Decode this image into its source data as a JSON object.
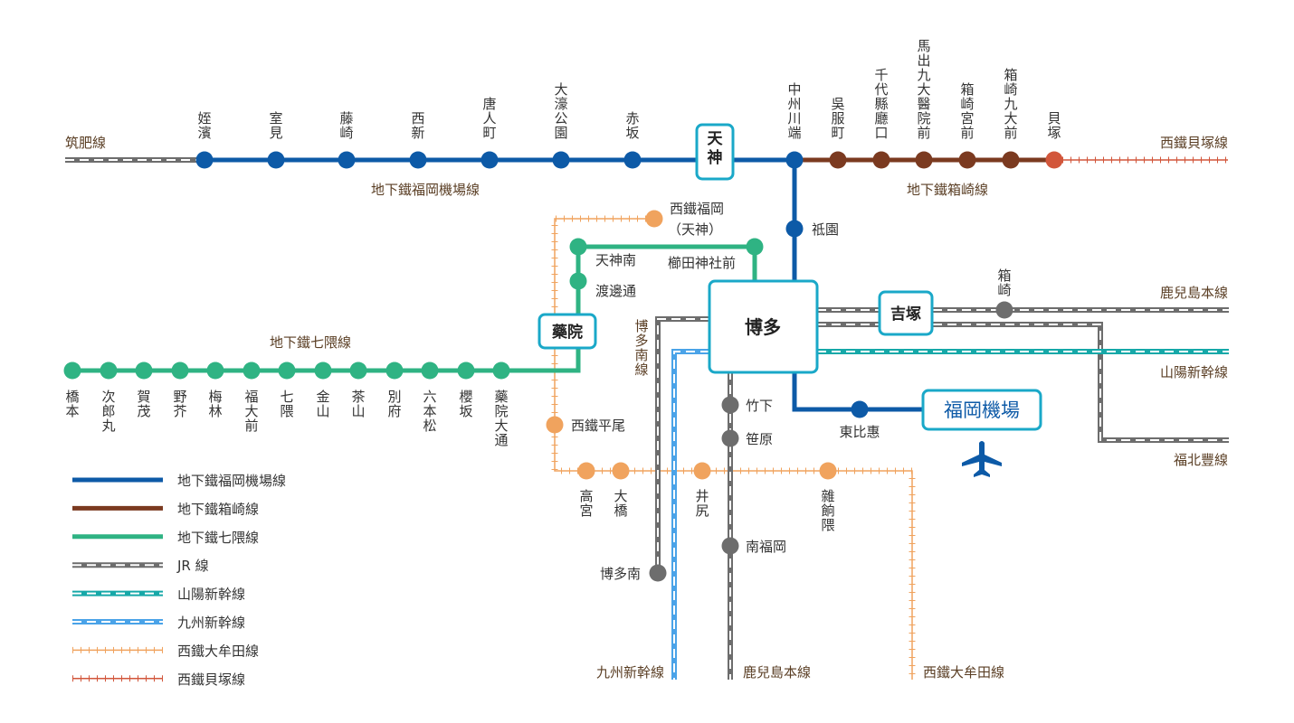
{
  "lines": {
    "airport": "地下鐵福岡機場線",
    "hakozaki": "地下鐵箱崎線",
    "nanakuma": "地下鐵七隈線",
    "chikuhi": "筑肥線",
    "kaizuka": "西鐵貝塚線",
    "kagoshima": "鹿兒島本線",
    "sanyo": "山陽新幹線",
    "fukuhoku": "福北豐線",
    "hakata_minami": "博多南線",
    "kyushu_shinkansen": "九州新幹線",
    "kagoshima_bottom": "鹿兒島本線",
    "omuta": "西鐵大牟田線"
  },
  "hubs": {
    "tenjin": "天神",
    "hakata": "博多",
    "yakuin": "藥院",
    "yoshizuka": "吉塚",
    "airport": "福岡機場"
  },
  "stations": {
    "meinohama": "姪濱",
    "muromi": "室見",
    "fujisaki": "藤崎",
    "nishijin": "西新",
    "tojinmachi": "唐人町",
    "ohorikoen": "大濠公園",
    "akasaka": "赤坂",
    "nakasukawabata": "中州川端",
    "gofukumachi": "吳服町",
    "chiyokencho": "千代縣廳口",
    "maidashi": "馬出九大醫院前",
    "hakozakimiyamae": "箱崎宮前",
    "hakozakikyudai": "箱崎九大前",
    "kaizuka": "貝塚",
    "gion": "祗園",
    "higashihie": "東比惠",
    "nishitetsu_fukuoka_1": "西鐵福岡",
    "nishitetsu_fukuoka_2": "（天神）",
    "tenjinminami": "天神南",
    "kushidajinjamae": "櫛田神社前",
    "watanabedori": "渡邊通",
    "hashimoto": "橋本",
    "jirogemaru": "次郎丸",
    "kamo": "賀茂",
    "noke": "野芥",
    "umebayashi": "梅林",
    "fukudaimae": "福大前",
    "nanakuma": "七隈",
    "kanayama": "金山",
    "chayama": "茶山",
    "beppu": "別府",
    "ropponmatsu": "六本松",
    "sakurazaka": "櫻坂",
    "yakuinodori": "藥院大通",
    "hakozaki": "箱崎",
    "nishitetsuhirao": "西鐵平尾",
    "takamiya": "高宮",
    "ohashi": "大橋",
    "ijiri": "井尻",
    "zasshonokuma": "雜餉隈",
    "takeshita": "竹下",
    "sasabaru": "笹原",
    "minamifukuoka": "南福岡",
    "hakataminami": "博多南"
  },
  "legend": [
    {
      "label": "地下鐵福岡機場線",
      "style": "solid",
      "color": "#0d5aa7"
    },
    {
      "label": "地下鐵箱崎線",
      "style": "solid",
      "color": "#7b3a20"
    },
    {
      "label": "地下鐵七隈線",
      "style": "solid",
      "color": "#2fb383"
    },
    {
      "label": "JR 線",
      "style": "dashed",
      "color": "#6d6d6d"
    },
    {
      "label": "山陽新幹線",
      "style": "dashed",
      "color": "#16a8a8"
    },
    {
      "label": "九州新幹線",
      "style": "dashed",
      "color": "#4aa3e8"
    },
    {
      "label": "西鐵大牟田線",
      "style": "ticked",
      "color": "#f0a35e"
    },
    {
      "label": "西鐵貝塚線",
      "style": "ticked",
      "color": "#d2563b"
    }
  ],
  "colors": {
    "airport": "#0d5aa7",
    "hakozaki": "#7b3a20",
    "nanakuma": "#2fb383",
    "jr": "#6d6d6d",
    "sanyo": "#16a8a8",
    "kyushu": "#4aa3e8",
    "omuta": "#f0a35e",
    "kaizuka": "#d2563b",
    "hub_border": "#1aa8c8"
  },
  "icons": {
    "airport": "airplane-icon"
  }
}
